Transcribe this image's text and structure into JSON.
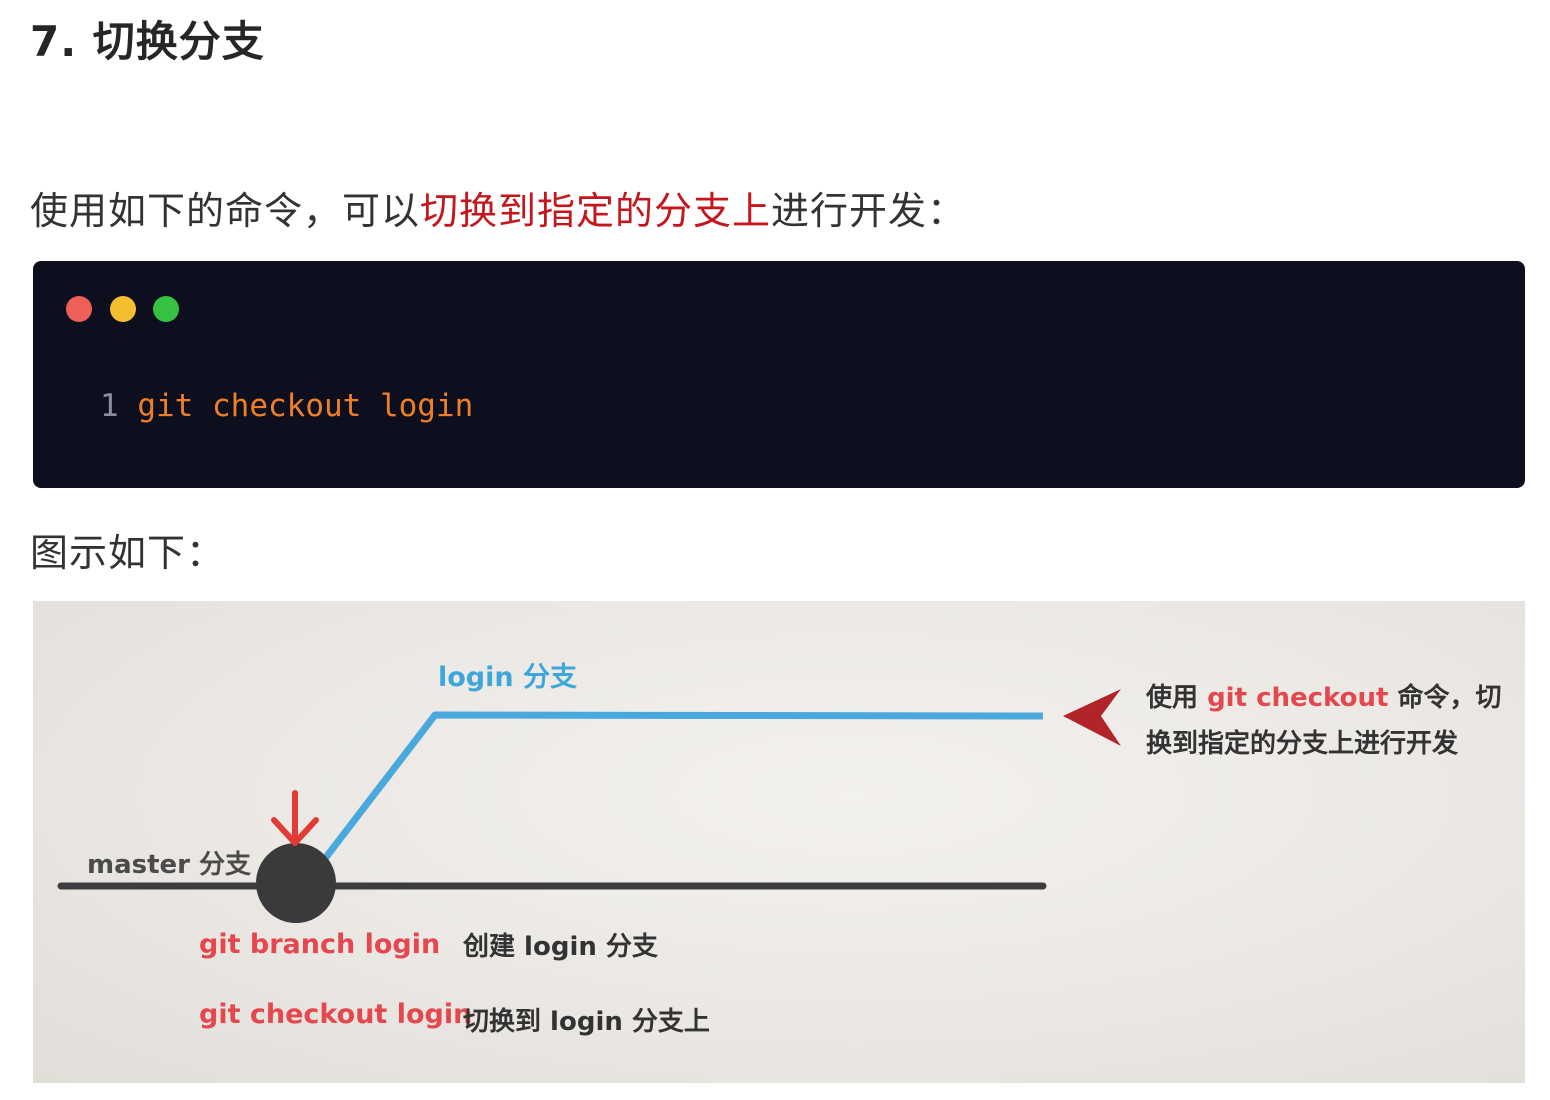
{
  "heading": "7. 切换分支",
  "intro": {
    "before": "使用如下的命令，可以",
    "highlight": "切换到指定的分支上",
    "after": "进行开发："
  },
  "code_block": {
    "window_dots": [
      {
        "name": "close",
        "color": "#ee5f57"
      },
      {
        "name": "minimize",
        "color": "#f5bd30"
      },
      {
        "name": "maximize",
        "color": "#35c142"
      }
    ],
    "lines": [
      {
        "number": "1",
        "code": "git checkout login"
      }
    ]
  },
  "figure_label": "图示如下：",
  "diagram": {
    "login_branch_label": "login 分支",
    "master_branch_label": "master 分支",
    "commands": [
      {
        "command": "git branch login",
        "description": "创建 login 分支"
      },
      {
        "command": "git checkout login",
        "description": "切换到 login 分支上"
      }
    ],
    "note": {
      "prefix": "使用 ",
      "command": "git checkout",
      "suffix": " 命令，切换到指定的分支上进行开发"
    },
    "colors": {
      "login_line": "#4aa9dc",
      "master_line": "#3d3d3d",
      "commit_node": "#3a3a3a",
      "arrow": "#e23b35",
      "pointer": "#b3242a"
    }
  }
}
